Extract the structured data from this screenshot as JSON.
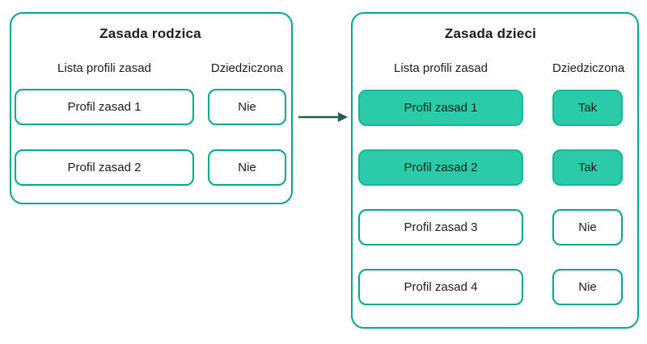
{
  "theme": {
    "border": "#00a88e",
    "fill": "#2acba8",
    "fill_border": "#17b697",
    "arrow": "#265d52",
    "text": "#1d1d1b",
    "background": "#ffffff"
  },
  "parent_panel": {
    "title": "Zasada rodzica",
    "columns": {
      "profiles": "Lista profili zasad",
      "inherited": "Dziedziczona"
    },
    "rows": [
      {
        "profile": "Profil zasad 1",
        "inherited": "Nie",
        "highlighted": false
      },
      {
        "profile": "Profil zasad 2",
        "inherited": "Nie",
        "highlighted": false
      }
    ]
  },
  "child_panel": {
    "title": "Zasada dzieci",
    "columns": {
      "profiles": "Lista profili zasad",
      "inherited": "Dziedziczona"
    },
    "rows": [
      {
        "profile": "Profil zasad 1",
        "inherited": "Tak",
        "highlighted": true
      },
      {
        "profile": "Profil zasad 2",
        "inherited": "Tak",
        "highlighted": true
      },
      {
        "profile": "Profil zasad 3",
        "inherited": "Nie",
        "highlighted": false
      },
      {
        "profile": "Profil zasad 4",
        "inherited": "Nie",
        "highlighted": false
      }
    ]
  }
}
